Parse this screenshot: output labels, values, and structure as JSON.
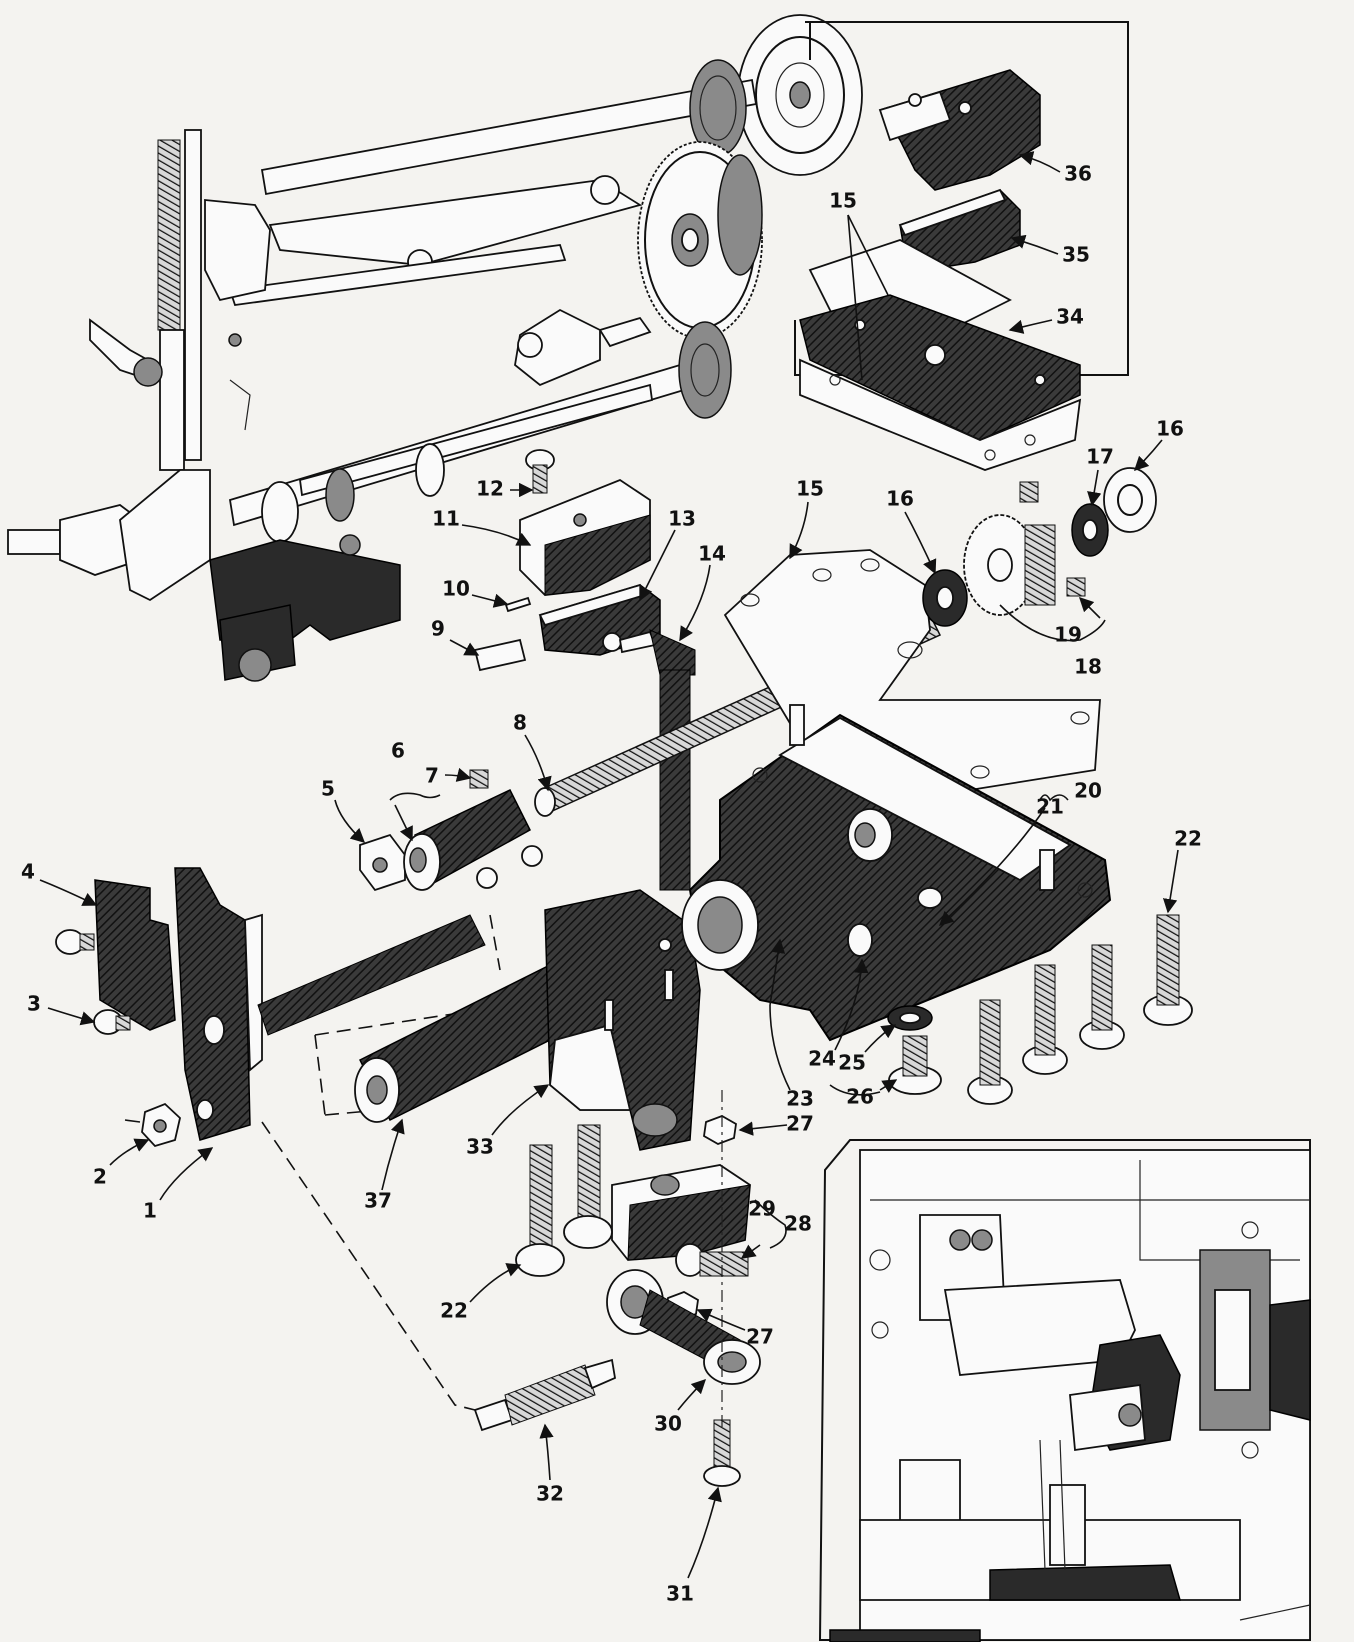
{
  "figure": {
    "callouts": [
      {
        "id": "c1",
        "text": "1"
      },
      {
        "id": "c2",
        "text": "2"
      },
      {
        "id": "c3",
        "text": "3"
      },
      {
        "id": "c4",
        "text": "4"
      },
      {
        "id": "c5",
        "text": "5"
      },
      {
        "id": "c6",
        "text": "6"
      },
      {
        "id": "c7",
        "text": "7"
      },
      {
        "id": "c8",
        "text": "8"
      },
      {
        "id": "c9",
        "text": "9"
      },
      {
        "id": "c10",
        "text": "10"
      },
      {
        "id": "c11",
        "text": "11"
      },
      {
        "id": "c12",
        "text": "12"
      },
      {
        "id": "c13",
        "text": "13"
      },
      {
        "id": "c14",
        "text": "14"
      },
      {
        "id": "c15a",
        "text": "15"
      },
      {
        "id": "c15b",
        "text": "15"
      },
      {
        "id": "c16a",
        "text": "16"
      },
      {
        "id": "c16b",
        "text": "16"
      },
      {
        "id": "c17",
        "text": "17"
      },
      {
        "id": "c18",
        "text": "18"
      },
      {
        "id": "c19",
        "text": "19"
      },
      {
        "id": "c20",
        "text": "20"
      },
      {
        "id": "c21",
        "text": "21"
      },
      {
        "id": "c22a",
        "text": "22"
      },
      {
        "id": "c22b",
        "text": "22"
      },
      {
        "id": "c23",
        "text": "23"
      },
      {
        "id": "c24",
        "text": "24"
      },
      {
        "id": "c25",
        "text": "25"
      },
      {
        "id": "c26",
        "text": "26"
      },
      {
        "id": "c27a",
        "text": "27"
      },
      {
        "id": "c27b",
        "text": "27"
      },
      {
        "id": "c28",
        "text": "28"
      },
      {
        "id": "c29",
        "text": "29"
      },
      {
        "id": "c30",
        "text": "30"
      },
      {
        "id": "c31",
        "text": "31"
      },
      {
        "id": "c32",
        "text": "32"
      },
      {
        "id": "c33",
        "text": "33"
      },
      {
        "id": "c34",
        "text": "34"
      },
      {
        "id": "c35",
        "text": "35"
      },
      {
        "id": "c36",
        "text": "36"
      },
      {
        "id": "c37",
        "text": "37"
      }
    ]
  }
}
